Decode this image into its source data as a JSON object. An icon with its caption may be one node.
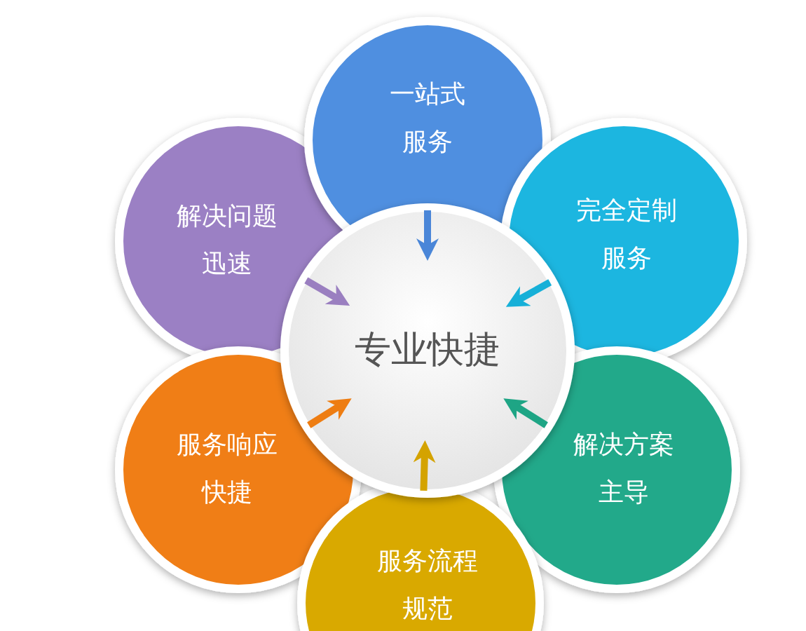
{
  "diagram": {
    "nodes": [
      {
        "text": [
          "专业快捷"
        ]
      },
      {
        "text": [
          "一站式服务"
        ]
      },
      {
        "text": [
          "解决问题迅速"
        ]
      },
      {
        "text": [
          "完全定制服务"
        ]
      },
      {
        "text": [
          "服务响应快捷"
        ]
      },
      {
        "text": [
          "解决方案主导"
        ]
      },
      {
        "text": [
          "服务流程规范"
        ]
      }
    ],
    "edges": [
      {
        "from": 1,
        "to": 0,
        "arrow": "to",
        "color": "#4a86d8"
      },
      {
        "from": 2,
        "to": 0,
        "arrow": "to",
        "color": "#9a7fc0"
      },
      {
        "from": 3,
        "to": 0,
        "arrow": "to",
        "color": "#17b0d8"
      },
      {
        "from": 4,
        "to": 0,
        "arrow": "to",
        "color": "#ee7d12"
      },
      {
        "from": 5,
        "to": 0,
        "arrow": "to",
        "color": "#1ea585"
      },
      {
        "from": 6,
        "to": 0,
        "arrow": "to",
        "color": "#d4a300"
      }
    ]
  }
}
